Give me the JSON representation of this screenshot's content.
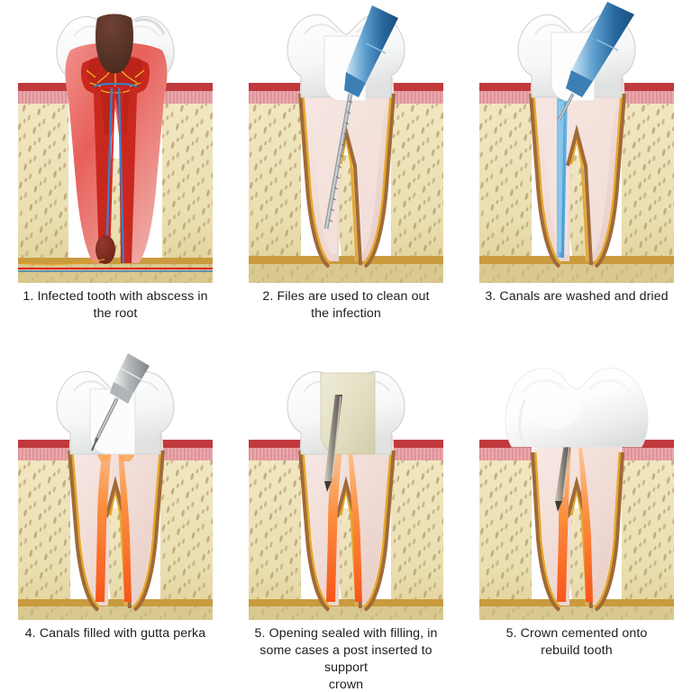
{
  "figure": {
    "title": "Root canal treatment procedure steps",
    "background_color": "#ffffff",
    "columns": 3,
    "rows": 2
  },
  "palette": {
    "enamel": "#fbfbfb",
    "enamel_shadow": "#d9dada",
    "dentin": "#f3e2de",
    "pulp_healthy": "#f6dcd6",
    "inflamed_pulp": "#e8625c",
    "pulp_chamber_red": "#c8281e",
    "caries_brown": "#5a3528",
    "abscess_maroon": "#7d2b22",
    "gum_dark_red": "#c0393c",
    "gum_pink": "#e9a8ad",
    "bone_cream": "#ecdfb2",
    "bone_speckle": "#b8a478",
    "bone_base_gold": "#c99b3e",
    "pdl_gold": "#e5a82f",
    "lamina_brown": "#a06a39",
    "instrument_blue_light": "#bcdcee",
    "instrument_blue_dark": "#27679f",
    "instrument_steel": "#9aa0a3",
    "gutta_percha_orange": "#f86a23",
    "filling_ivory": "#e2dec1",
    "crown_white": "#ffffff",
    "nerve_yellow": "#f2c21a",
    "vein_blue": "#3d7fc1",
    "artery_red": "#e02020",
    "caption_text": "#1d1d1d"
  },
  "steps": [
    {
      "id": "step-1",
      "number": "1",
      "caption": "1. Infected tooth with abscess in the root",
      "caption_lines": [
        "1. Infected tooth with abscess in",
        "the root"
      ],
      "state": "infected",
      "features": [
        "caries-cavity",
        "inflamed-pulp",
        "periapical-abscess",
        "blood-vessels",
        "nerve-branches"
      ],
      "instrument": "none"
    },
    {
      "id": "step-2",
      "number": "2",
      "caption": "2. Files are used to clean out the infection",
      "caption_lines": [
        "2. Files are used to clean out",
        "the infection"
      ],
      "state": "cleaning",
      "features": [
        "access-cavity",
        "endodontic-file-in-canal"
      ],
      "instrument": "endodontic-file",
      "instrument_color": "#27679f"
    },
    {
      "id": "step-3",
      "number": "3",
      "caption": "3. Canals are washed and dried",
      "caption_lines": [
        "3. Canals are washed and dried"
      ],
      "state": "irrigation",
      "features": [
        "access-cavity",
        "irrigant-filled-canal"
      ],
      "instrument": "irrigation-syringe",
      "instrument_color": "#27679f"
    },
    {
      "id": "step-4",
      "number": "4",
      "caption": "4. Canals filled with gutta perka",
      "caption_lines": [
        "4. Canals filled with gutta perka"
      ],
      "state": "obturated",
      "features": [
        "gutta-percha-both-canals",
        "plugger-instrument"
      ],
      "instrument": "plugger",
      "instrument_color": "#9aa0a3"
    },
    {
      "id": "step-5",
      "number": "5",
      "caption": "5. Opening sealed with filling, in some cases a post inserted to support crown",
      "caption_lines": [
        "5. Opening sealed with filling, in",
        "some cases a post inserted to support",
        "crown"
      ],
      "state": "sealed",
      "features": [
        "core-filling",
        "metal-post",
        "gutta-percha-both-canals"
      ],
      "instrument": "none"
    },
    {
      "id": "step-6",
      "number": "5",
      "caption": "5. Crown cemented onto rebuild tooth",
      "caption_lines": [
        "5. Crown cemented onto",
        "rebuild tooth"
      ],
      "state": "crowned",
      "features": [
        "ceramic-crown",
        "metal-post",
        "gutta-percha-both-canals"
      ],
      "instrument": "none"
    }
  ]
}
